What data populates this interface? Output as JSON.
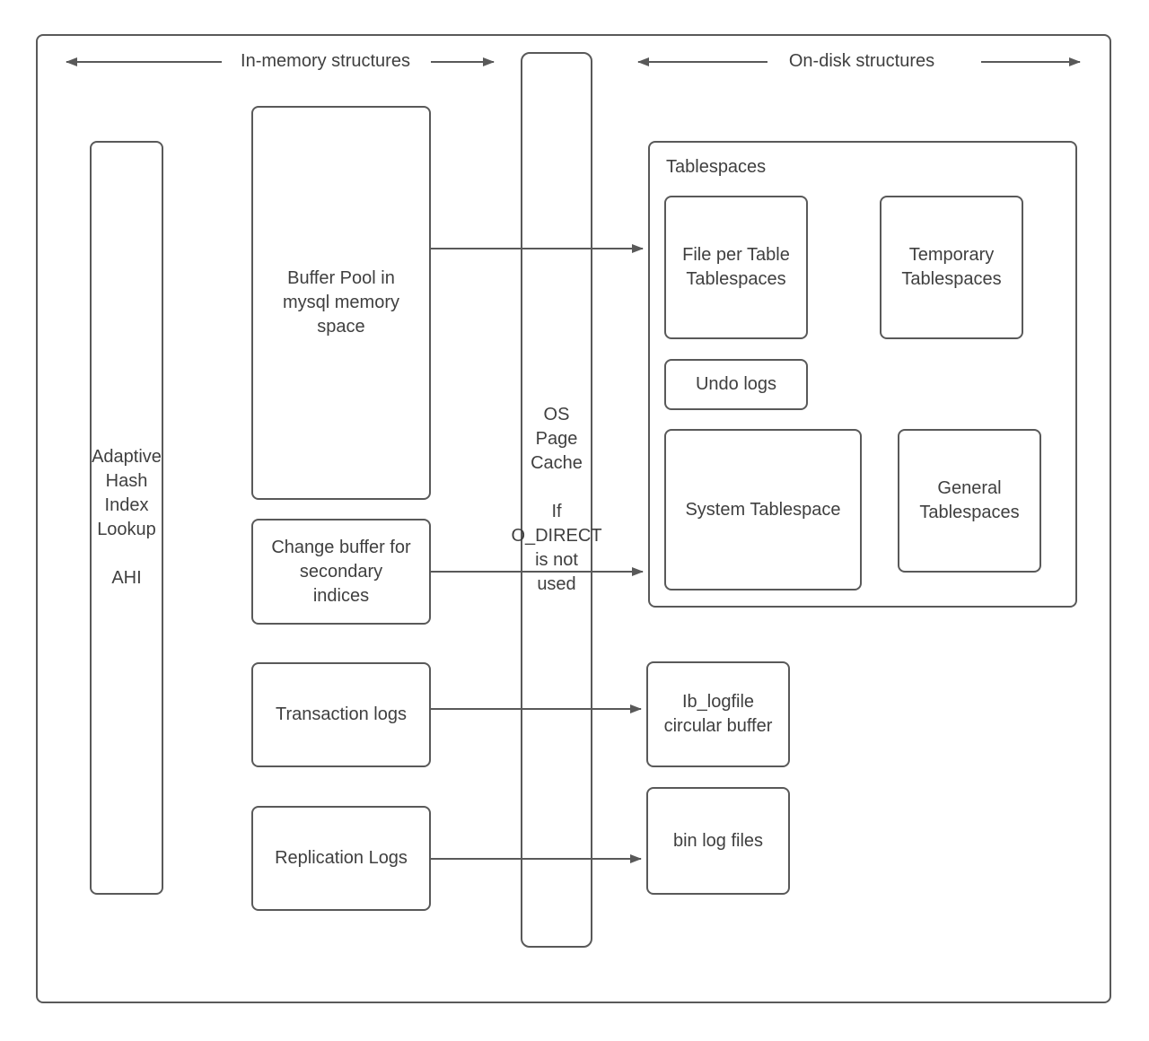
{
  "diagram": {
    "headers": {
      "in_memory": "In-memory structures",
      "on_disk": "On-disk structures"
    },
    "nodes": {
      "adaptive_hash_index": "Adaptive\nHash\nIndex\nLookup\n\nAHI",
      "buffer_pool": "Buffer Pool in\nmysql memory\nspace",
      "os_page_cache": "OS\nPage\nCache\n\nIf\nO_DIRECT\nis not\nused",
      "change_buffer": "Change buffer for\nsecondary\nindices",
      "transaction_logs": "Transaction logs",
      "replication_logs": "Replication Logs",
      "tablespaces_label": "Tablespaces",
      "file_per_table": "File per Table\nTablespaces",
      "temporary_tablespaces": "Temporary\nTablespaces",
      "undo_logs": "Undo logs",
      "system_tablespace": "System Tablespace",
      "general_tablespaces": "General\nTablespaces",
      "ib_logfile": "Ib_logfile\ncircular buffer",
      "bin_log_files": "bin log files"
    },
    "colors": {
      "stroke": "#595959",
      "text": "#3f3f3f",
      "background": "#ffffff"
    }
  }
}
